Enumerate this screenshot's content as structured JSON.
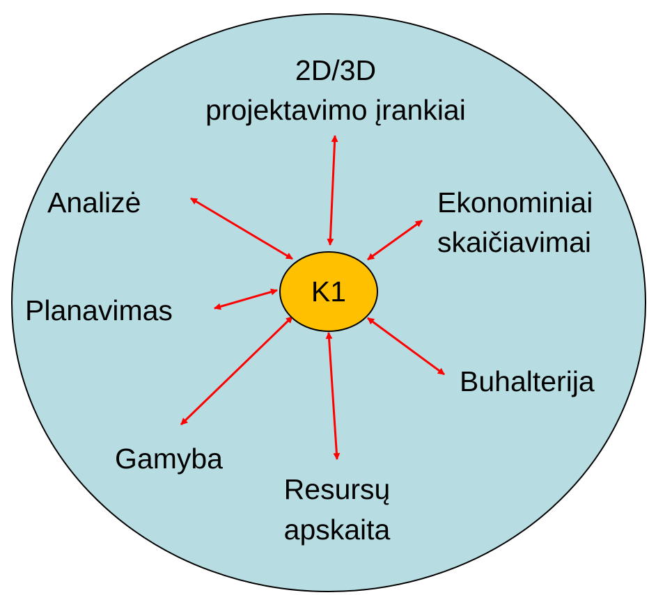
{
  "diagram": {
    "center_node": {
      "label": "K1",
      "fill": "#ffc000",
      "stroke": "#000000"
    },
    "outer_circle": {
      "fill": "#b7dde2",
      "stroke": "#000000"
    },
    "arrow_color": "#ff0000",
    "nodes": [
      {
        "id": "design-tools",
        "lines": [
          "2D/3D",
          "projektavimo įrankiai"
        ]
      },
      {
        "id": "analysis",
        "lines": [
          "Analizė"
        ]
      },
      {
        "id": "economic-calculations",
        "lines": [
          "Ekonominiai",
          "skaičiavimai"
        ]
      },
      {
        "id": "planning",
        "lines": [
          "Planavimas"
        ]
      },
      {
        "id": "accounting",
        "lines": [
          "Buhalterija"
        ]
      },
      {
        "id": "production",
        "lines": [
          "Gamyba"
        ]
      },
      {
        "id": "resource-accounting",
        "lines": [
          "Resursų",
          "apskaita"
        ]
      }
    ]
  }
}
